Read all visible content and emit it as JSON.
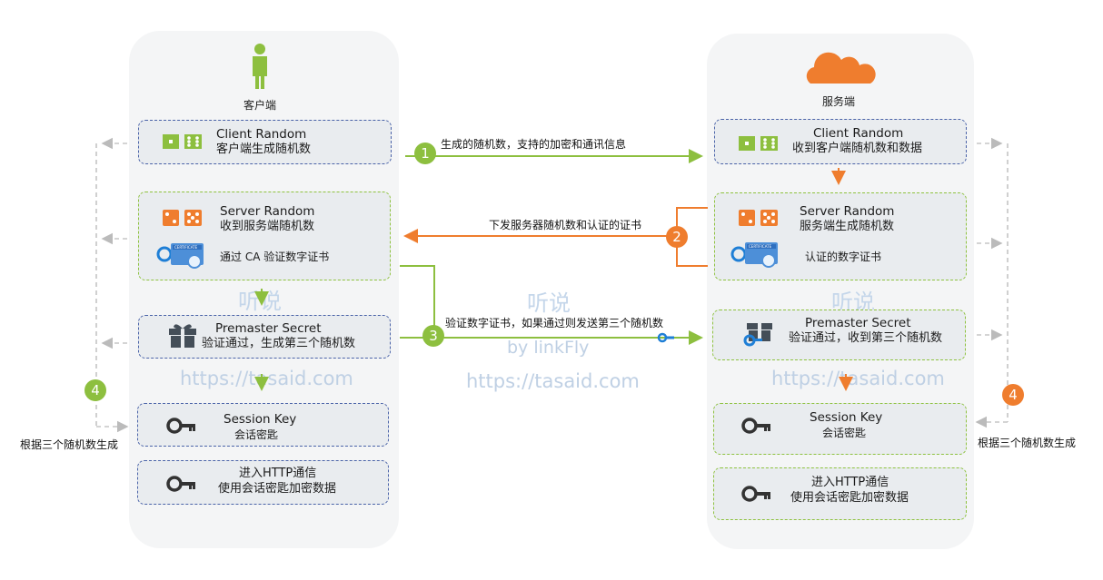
{
  "client": {
    "label": "客户端",
    "client_random": {
      "title": "Client Random",
      "sub": "客户端生成随机数"
    },
    "server_random": {
      "title": "Server Random",
      "sub": "收到服务端随机数",
      "cert_text": "通过  CA  验证数字证书"
    },
    "premaster": {
      "title": "Premaster Secret",
      "sub": "验证通过，生成第三个随机数"
    },
    "session_key": {
      "title": "Session Key",
      "sub": "会话密匙"
    },
    "http": {
      "title": "进入HTTP通信",
      "sub": "使用会话密匙加密数据"
    }
  },
  "server": {
    "label": "服务端",
    "client_random": {
      "title": "Client Random",
      "sub": "收到客户端随机数和数据"
    },
    "server_random": {
      "title": "Server Random",
      "sub": "服务端生成随机数",
      "cert_text": "认证的数字证书"
    },
    "premaster": {
      "title": "Premaster Secret",
      "sub": "验证通过，收到第三个随机数"
    },
    "session_key": {
      "title": "Session Key",
      "sub": "会话密匙"
    },
    "http": {
      "title": "进入HTTP通信",
      "sub": "使用会话密匙加密数据"
    }
  },
  "steps": {
    "s1": {
      "num": "1",
      "label": "生成的随机数，支持的加密和通讯信息"
    },
    "s2": {
      "num": "2",
      "label": "下发服务器随机数和认证的证书"
    },
    "s3": {
      "num": "3",
      "label": "验证数字证书，如果通过则发送第三个随机数"
    },
    "s4_left": {
      "num": "4",
      "label": "根据三个随机数生成"
    },
    "s4_right": {
      "num": "4",
      "label": "根据三个随机数生成"
    }
  },
  "certificate_badge": "CERTIFICATE",
  "watermark": {
    "cn": "听说",
    "by": "by linkFly",
    "url": "https://tasaid.com"
  },
  "colors": {
    "green": "#8dbf3f",
    "orange": "#ef7d2e",
    "blue_border": "#4a63a8",
    "icon_dark": "#3f4a55",
    "icon_blue": "#1f7fd6"
  }
}
